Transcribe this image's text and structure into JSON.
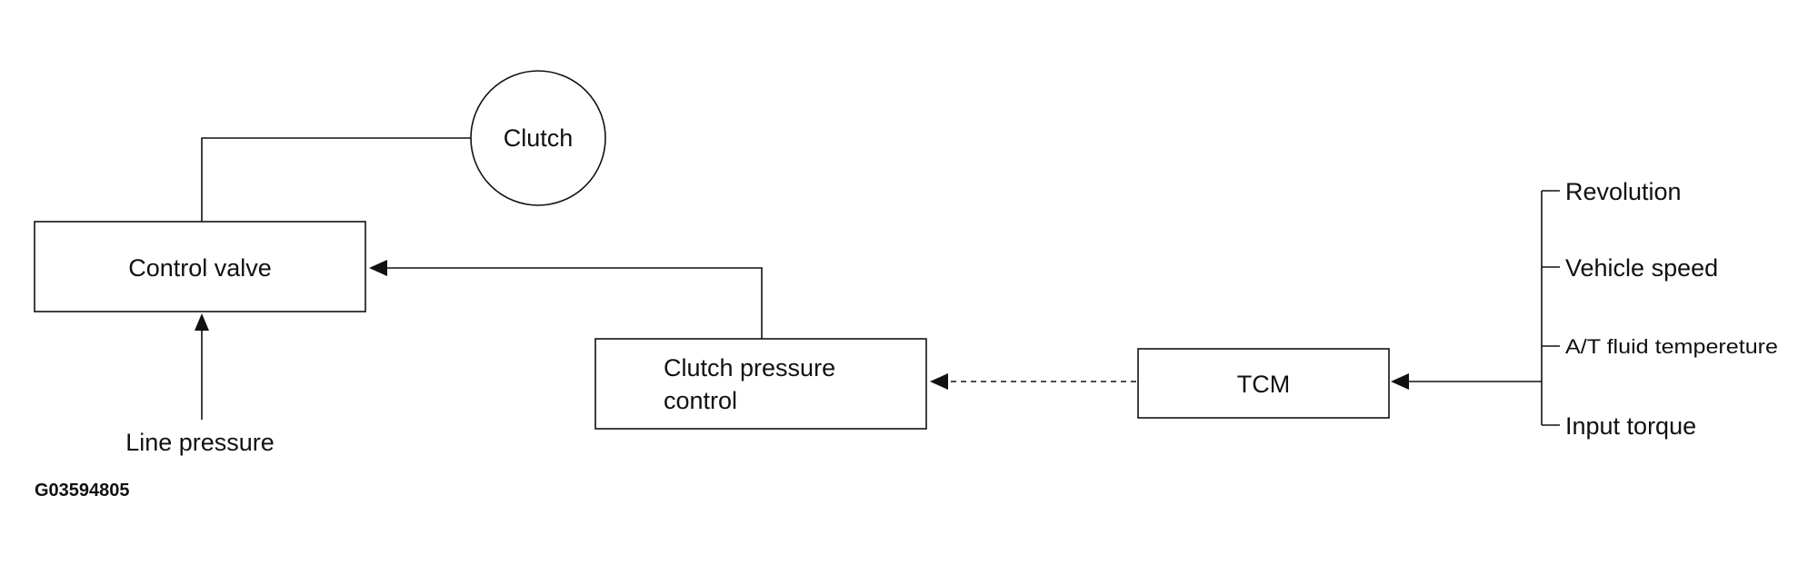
{
  "nodes": {
    "clutch": "Clutch",
    "control_valve": "Control valve",
    "clutch_pressure_control_line1": "Clutch pressure",
    "clutch_pressure_control_line2": "control",
    "tcm": "TCM"
  },
  "labels": {
    "line_pressure": "Line pressure",
    "figure_code": "G03594805"
  },
  "inputs": [
    "Revolution",
    "Vehicle speed",
    "A/T fluid tempereture",
    "Input torque"
  ],
  "colors": {
    "ink": "#111111",
    "background": "#ffffff"
  }
}
